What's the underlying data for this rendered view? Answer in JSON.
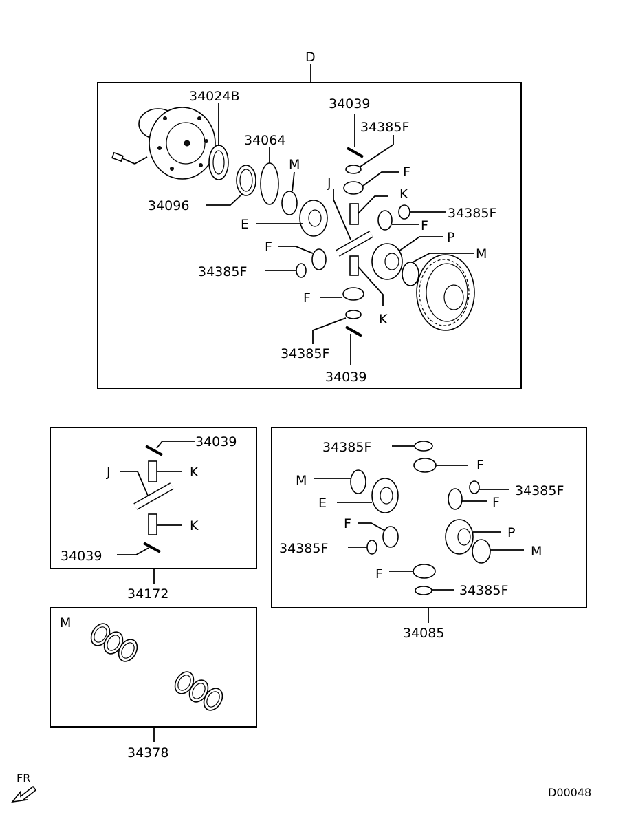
{
  "main_assembly": {
    "label_D": "D",
    "l_34024B": "34024B",
    "l_34064": "34064",
    "l_34096": "34096",
    "l_M_top": "M",
    "l_E": "E",
    "l_F_left": "F",
    "l_34385F_left": "34385F",
    "l_34039_top": "34039",
    "l_34385F_top": "34385F",
    "l_F_top": "F",
    "l_J": "J",
    "l_K_top": "K",
    "l_34385F_right": "34385F",
    "l_F_right": "F",
    "l_P": "P",
    "l_M_right": "M",
    "l_F_bottom": "F",
    "l_K_bottom": "K",
    "l_34385F_bottom": "34385F",
    "l_34039_bottom": "34039"
  },
  "kit_34172": {
    "label": "34172",
    "l_34039_top": "34039",
    "l_J": "J",
    "l_K_top": "K",
    "l_K_bottom": "K",
    "l_34039_bottom": "34039"
  },
  "kit_34085": {
    "label": "34085",
    "l_34385F_1": "34385F",
    "l_F_1": "F",
    "l_M_1": "M",
    "l_34385F_2": "34385F",
    "l_E": "E",
    "l_F_2": "F",
    "l_F_3": "F",
    "l_P": "P",
    "l_34385F_3": "34385F",
    "l_M_2": "M",
    "l_F_4": "F",
    "l_34385F_4": "34385F"
  },
  "kit_34378": {
    "label": "34378",
    "l_M": "M"
  },
  "footer": {
    "fr_label": "FR",
    "diagram_code": "D00048"
  }
}
